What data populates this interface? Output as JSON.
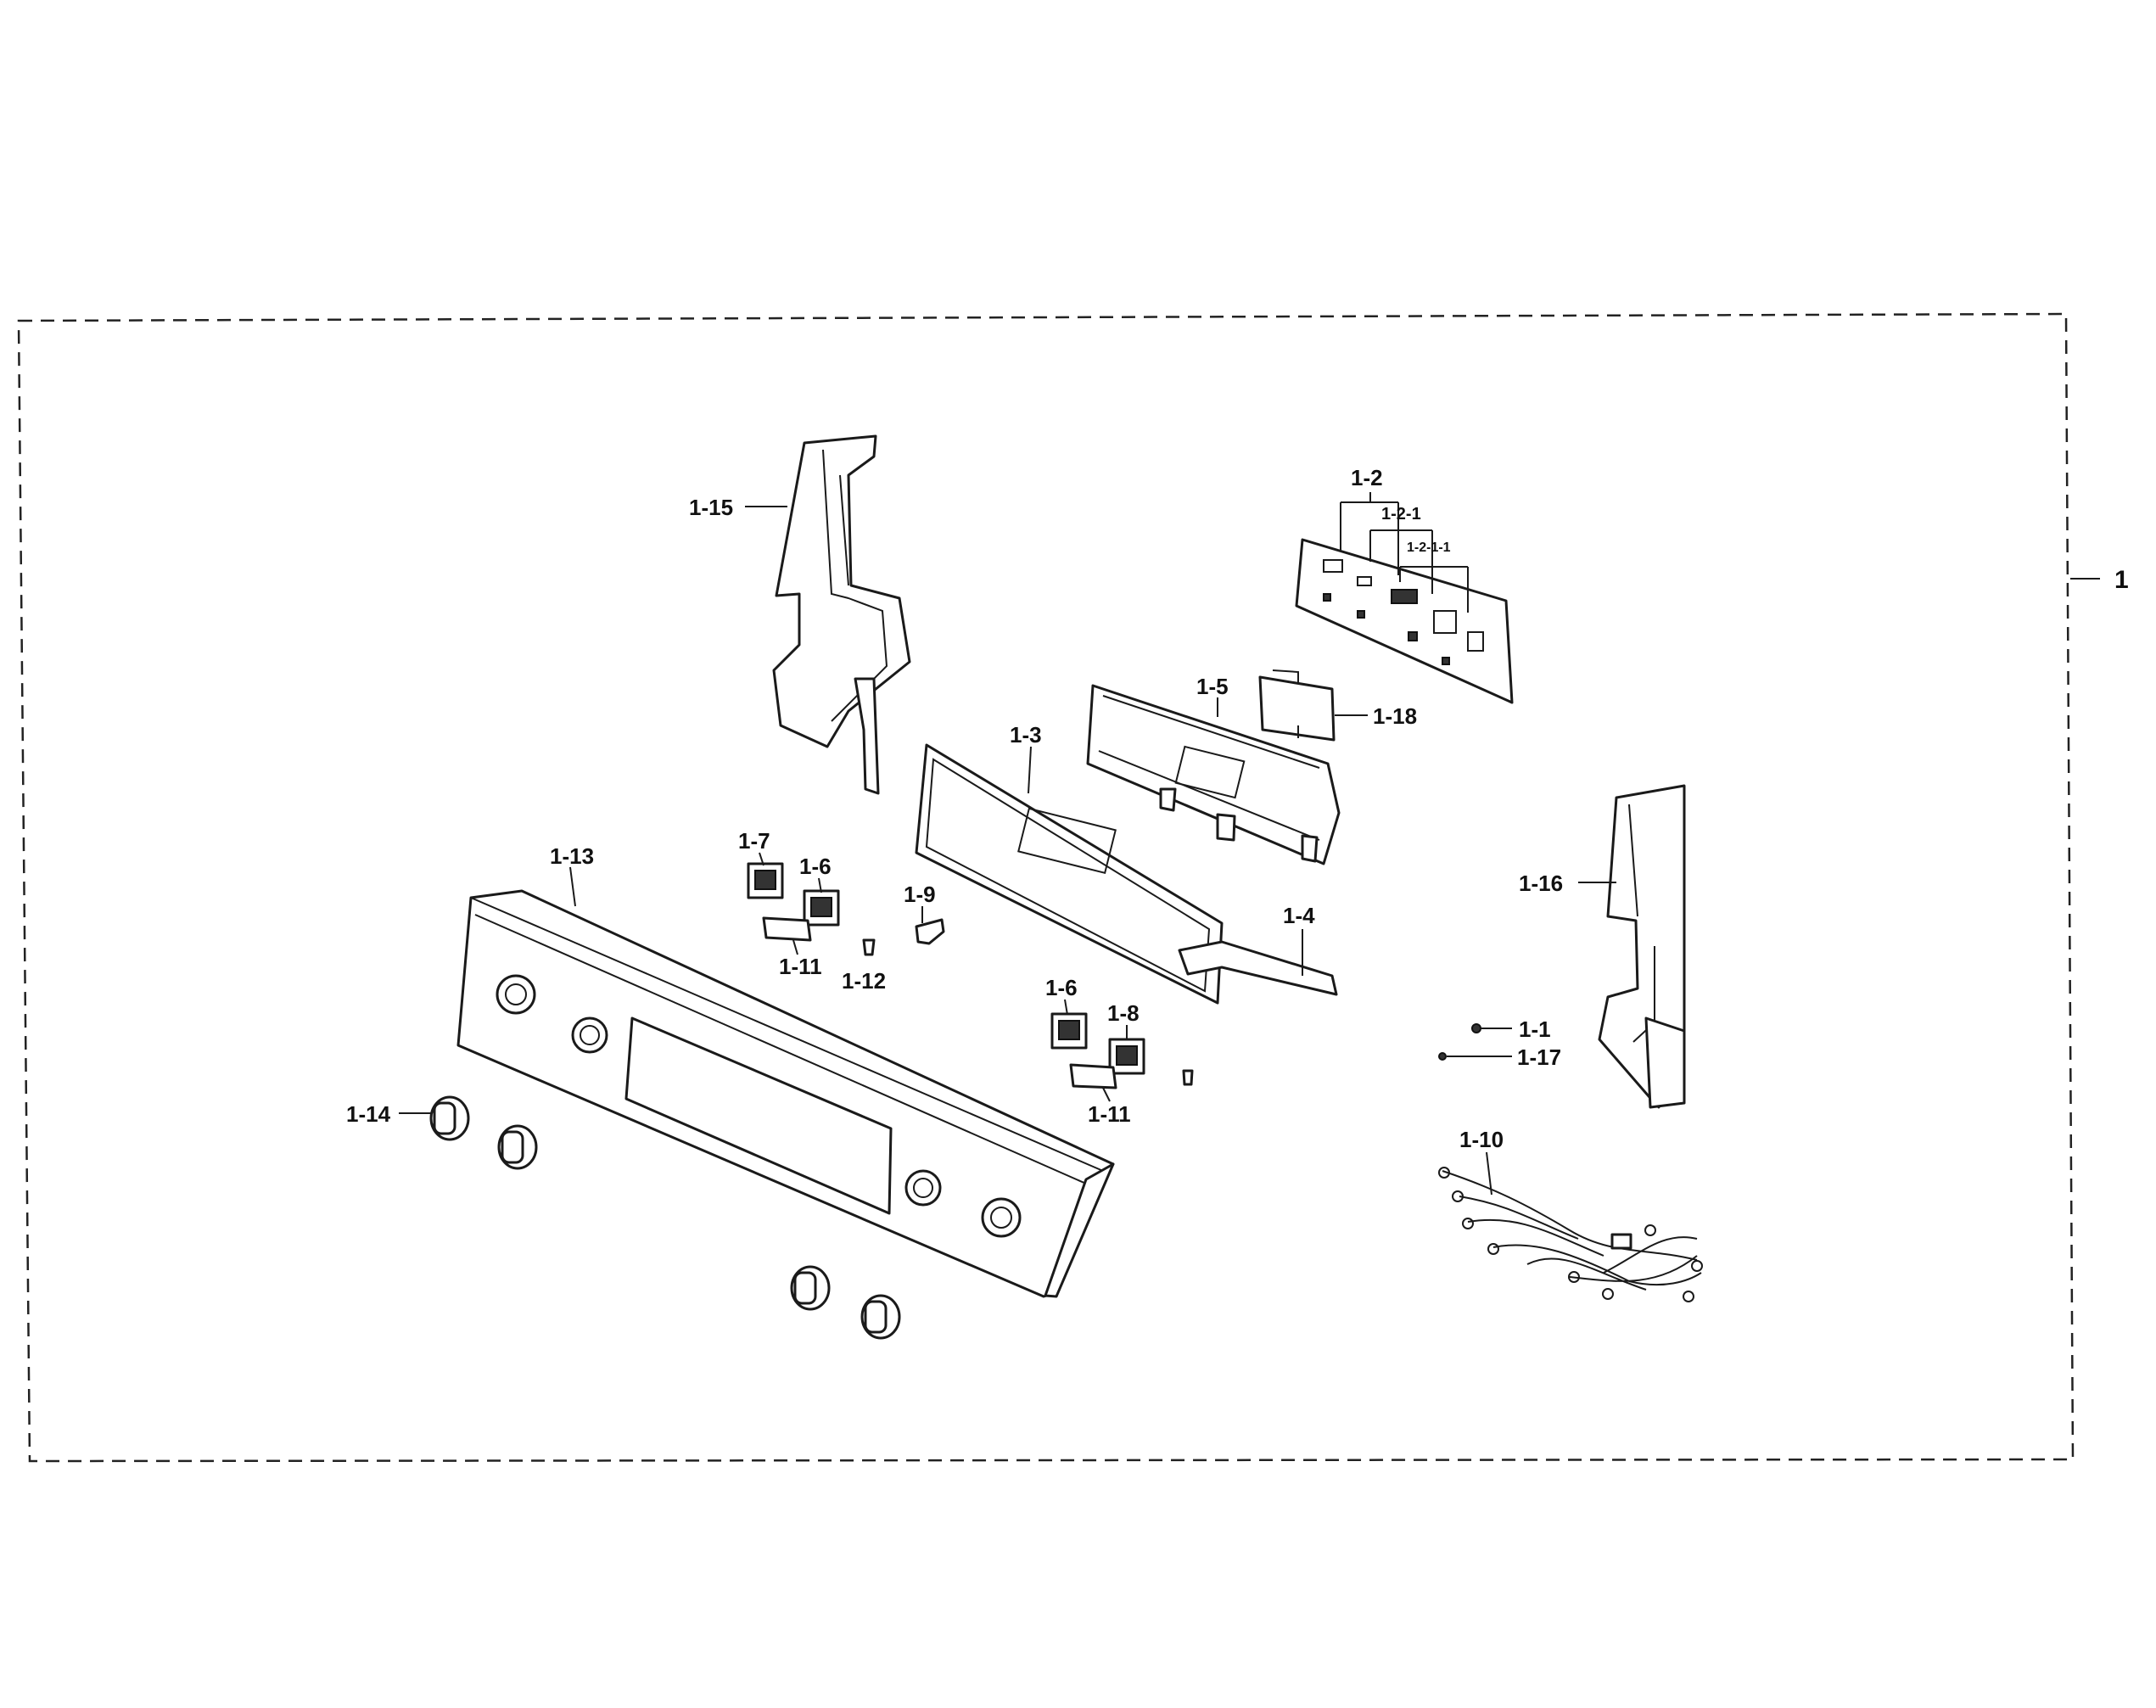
{
  "diagram": {
    "assembly_label": "1",
    "part_labels": {
      "p1_1": "1-1",
      "p1_2": "1-2",
      "p1_2_1": "1-2-1",
      "p1_2_1_1": "1-2-1-1",
      "p1_3": "1-3",
      "p1_4": "1-4",
      "p1_5": "1-5",
      "p1_6a": "1-6",
      "p1_6b": "1-6",
      "p1_7": "1-7",
      "p1_8": "1-8",
      "p1_9": "1-9",
      "p1_10": "1-10",
      "p1_11a": "1-11",
      "p1_11b": "1-11",
      "p1_12": "1-12",
      "p1_13": "1-13",
      "p1_14": "1-14",
      "p1_15": "1-15",
      "p1_16": "1-16",
      "p1_17": "1-17",
      "p1_18": "1-18"
    }
  }
}
